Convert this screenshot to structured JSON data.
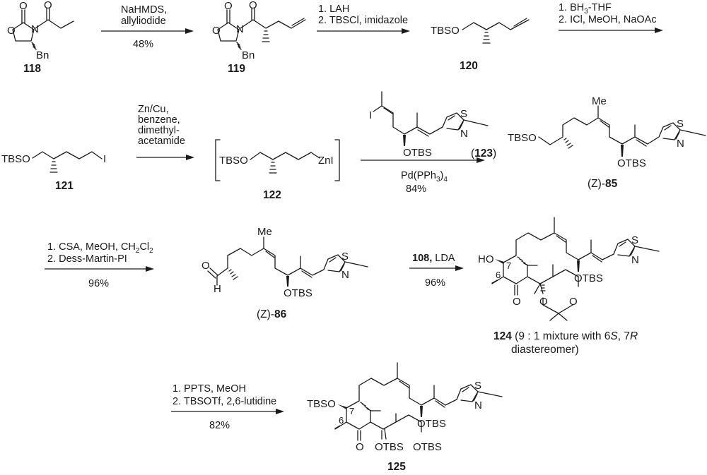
{
  "scheme": {
    "compounds": [
      {
        "id": "118",
        "label": "118",
        "substituent": "Bn"
      },
      {
        "id": "119",
        "label": "119",
        "substituent": "Bn"
      },
      {
        "id": "120",
        "label": "120",
        "group": "TBSO"
      },
      {
        "id": "121",
        "label": "121",
        "group": "TBSO",
        "halide": "I"
      },
      {
        "id": "122",
        "label": "122",
        "group": "TBSO",
        "metal": "ZnI"
      },
      {
        "id": "123",
        "label": "(123)",
        "label_num": "123",
        "halide": "I",
        "group": "OTBS",
        "hetero_s": "S",
        "hetero_n": "N"
      },
      {
        "id": "85",
        "label_prefix": "(Z)-",
        "label_num": "85",
        "group": "TBSO",
        "group2": "OTBS",
        "me": "Me",
        "hetero_s": "S",
        "hetero_n": "N"
      },
      {
        "id": "86",
        "label_prefix": "(Z)-",
        "label_num": "86",
        "o": "O",
        "h": "H",
        "group": "OTBS",
        "me": "Me",
        "hetero_s": "S",
        "hetero_n": "N"
      },
      {
        "id": "124",
        "label_num": "124",
        "label_rest": " (9 : 1 mixture with 6",
        "s_italic": "S",
        "mid": ", 7",
        "r_italic": "R",
        "line2": "diastereomer)",
        "ho": "HO",
        "c7": "7",
        "c6": "6",
        "o_keto": "O",
        "o_ring1": "O",
        "o_ring2": "O",
        "group": "OTBS",
        "hetero_s": "S",
        "hetero_n": "N"
      },
      {
        "id": "125",
        "label_num": "125",
        "tbso": "TBSO",
        "c7": "7",
        "c6": "6",
        "o_keto": "O",
        "otbs1": "OTBS",
        "otbs2": "OTBS",
        "otbs3": "OTBS",
        "hetero_s": "S",
        "hetero_n": "N"
      }
    ],
    "reactions": [
      {
        "from": "118",
        "to": "119",
        "above": [
          "NaHMDS,",
          "allyliodide"
        ],
        "below": [
          "48%"
        ]
      },
      {
        "from": "119",
        "to": "120",
        "above": [
          "1. LAH",
          "2. TBSCl, imidazole"
        ],
        "below": []
      },
      {
        "from": "120",
        "to": "121",
        "above": [
          "1. BH3-THF",
          "2. ICl, MeOH, NaOAc"
        ],
        "below": []
      },
      {
        "from": "121",
        "to": "122",
        "above": [
          "Zn/Cu,",
          "benzene,",
          "dimethyl-",
          "acetamide"
        ],
        "below": []
      },
      {
        "from": "122",
        "to": "85",
        "above": [
          "123"
        ],
        "below": [
          "Pd(PPh3)4",
          "84%"
        ]
      },
      {
        "from": "85",
        "to": "86",
        "above": [
          "1. CSA, MeOH, CH2Cl2",
          "2. Dess-Martin-PI"
        ],
        "below": [
          "96%"
        ]
      },
      {
        "from": "86",
        "to": "124",
        "above": [
          "108, LDA"
        ],
        "below": [
          "96%"
        ]
      },
      {
        "from": "124",
        "to": "125",
        "above": [
          "1. PPTS, MeOH",
          "2. TBSOTf, 2,6-lutidine"
        ],
        "below": [
          "82%"
        ]
      }
    ],
    "text": {
      "r1_reag1": "NaHMDS,",
      "r1_reag2": "allyliodide",
      "r1_yield": "48%",
      "r2_reag1": "1. LAH",
      "r2_reag2": "2. TBSCl, imidazole",
      "r3_reag1a": "1. BH",
      "r3_reag1sub": "3",
      "r3_reag1b": "-THF",
      "r3_reag2": "2. ICl, MeOH, NaOAc",
      "r4_reag1": "Zn/Cu,",
      "r4_reag2": "benzene,",
      "r4_reag3": "dimethyl-",
      "r4_reag4": "acetamide",
      "r5_cat_a": "Pd(PPh",
      "r5_cat_sub1": "3",
      "r5_cat_b": ")",
      "r5_cat_sub2": "4",
      "r5_yield": "84%",
      "r6_reag1a": "1. CSA, MeOH, CH",
      "r6_reag1sub1": "2",
      "r6_reag1b": "Cl",
      "r6_reag1sub2": "2",
      "r6_reag2": "2. Dess-Martin-PI",
      "r6_yield": "96%",
      "r7_reag_bold": "108,",
      "r7_reag_rest": " LDA",
      "r7_yield": "96%",
      "r8_reag1": "1. PPTS, MeOH",
      "r8_reag2": "2. TBSOTf, 2,6-lutidine",
      "r8_yield": "82%"
    },
    "atoms": {
      "O": "O",
      "N": "N",
      "S": "S",
      "I": "I",
      "H": "H",
      "Bn": "Bn",
      "Me": "Me",
      "TBSO": "TBSO",
      "OTBS": "OTBS",
      "ZnI": "ZnI",
      "HO": "HO"
    }
  }
}
